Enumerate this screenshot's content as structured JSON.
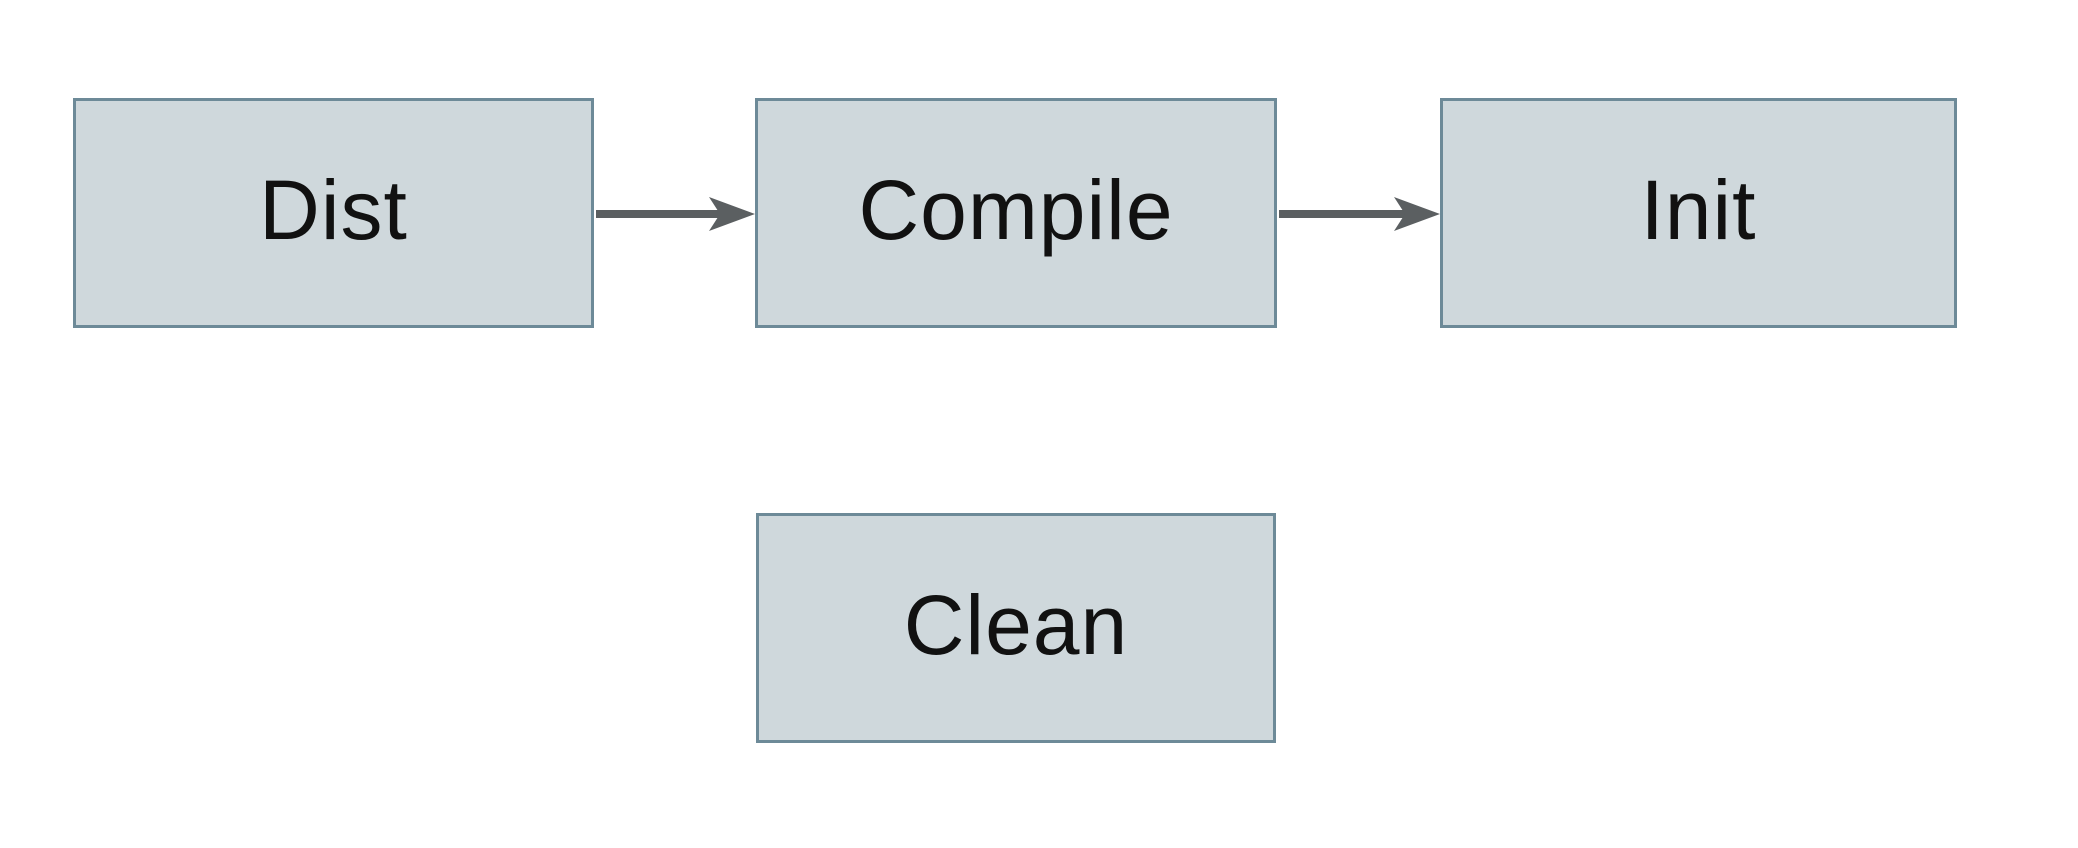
{
  "diagram": {
    "title": "build-targets-flow",
    "nodes": [
      {
        "id": "dist",
        "label": "Dist"
      },
      {
        "id": "compile",
        "label": "Compile"
      },
      {
        "id": "init",
        "label": "Init"
      },
      {
        "id": "clean",
        "label": "Clean"
      }
    ],
    "edges": [
      {
        "from": "Dist",
        "to": "Compile",
        "direction": "right"
      },
      {
        "from": "Compile",
        "to": "Init",
        "direction": "right"
      }
    ]
  },
  "colors": {
    "node_fill": "#cfd8dc",
    "node_border": "#6d8a98",
    "arrow": "#5b5f61",
    "label_text": "#111111",
    "background": "#ffffff"
  }
}
